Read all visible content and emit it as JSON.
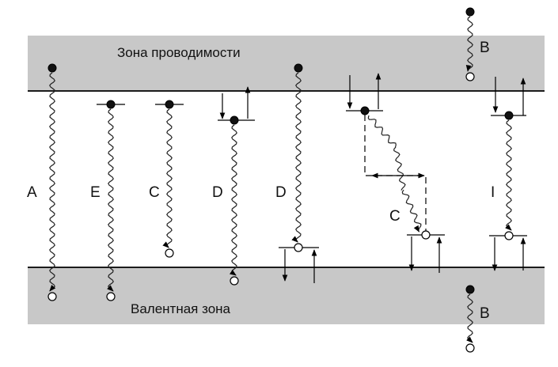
{
  "bands": {
    "conduction_label": "Зона проводимости",
    "valence_label": "Валентная зона"
  },
  "transitions": [
    {
      "id": "A",
      "label": "A"
    },
    {
      "id": "E",
      "label": "E"
    },
    {
      "id": "C1",
      "label": "C"
    },
    {
      "id": "D1",
      "label": "D"
    },
    {
      "id": "D2",
      "label": "D"
    },
    {
      "id": "C2",
      "label": "C"
    },
    {
      "id": "I",
      "label": "I"
    }
  ],
  "b_labels": {
    "top": "B",
    "bottom": "B"
  },
  "colors": {
    "band": "#c8c8c8",
    "line": "#000000"
  }
}
